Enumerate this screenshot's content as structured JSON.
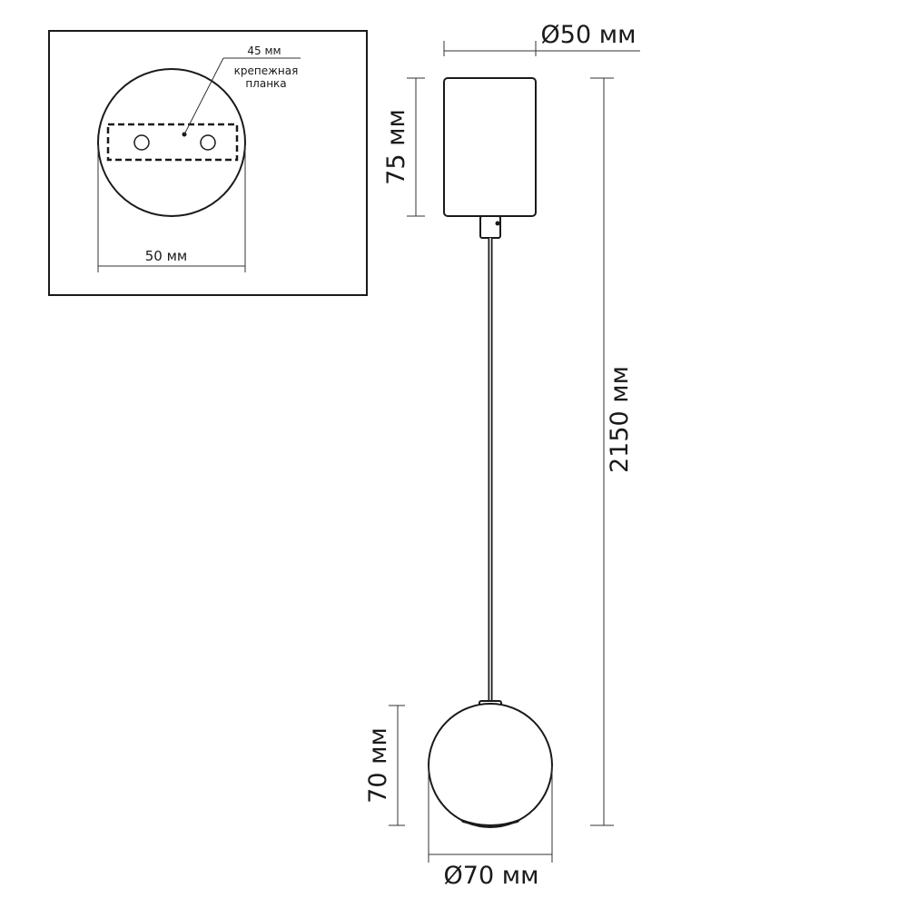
{
  "inset": {
    "width_label": "50 мм",
    "strip_length_label": "45 мм",
    "strip_label_line1": "крепежная",
    "strip_label_line2": "планка"
  },
  "canopy": {
    "diameter_label": "Ø50 мм",
    "height_label": "75 мм"
  },
  "overall": {
    "height_label": "2150 мм"
  },
  "shade": {
    "height_label": "70 мм",
    "diameter_label": "Ø70 мм"
  }
}
